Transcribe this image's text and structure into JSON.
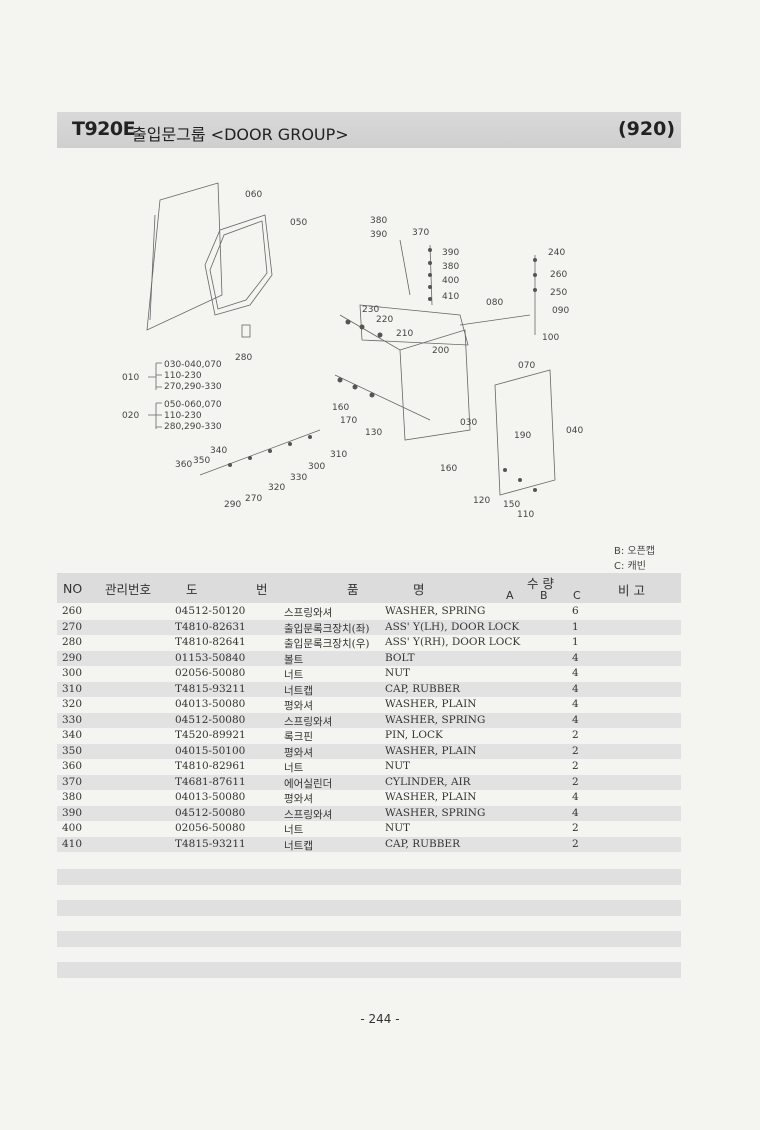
{
  "header": {
    "model": "T920E",
    "title": "출입문그룹 <DOOR GROUP>",
    "section": "(920)"
  },
  "diagram": {
    "callouts": [
      "060",
      "050",
      "280",
      "380",
      "370",
      "390",
      "390",
      "380",
      "400",
      "410",
      "080",
      "240",
      "260",
      "250",
      "090",
      "230",
      "220",
      "210",
      "200",
      "100",
      "070",
      "160",
      "170",
      "130",
      "030",
      "190",
      "040",
      "340",
      "350",
      "360",
      "310",
      "300",
      "330",
      "320",
      "270",
      "290",
      "160",
      "120",
      "150",
      "110"
    ],
    "groups": [
      {
        "no": "010",
        "parts": [
          "030-040,070",
          "110-230",
          "270,290-330"
        ]
      },
      {
        "no": "020",
        "parts": [
          "050-060,070",
          "110-230",
          "280,290-330"
        ]
      }
    ]
  },
  "legend": [
    "B: 오픈캡",
    "C: 캐빈"
  ],
  "table": {
    "headers": {
      "no": "NO",
      "code": "관리번호",
      "drawing_1": "도",
      "drawing_2": "번",
      "name_1": "품",
      "name_2": "명",
      "qty": "수 량",
      "qty_a": "A",
      "qty_b": "B",
      "qty_c": "C",
      "remark": "비  고"
    },
    "rows": [
      {
        "no": "260",
        "code": "04512-50120",
        "kr": "스프링와셔",
        "en": "WASHER, SPRING",
        "qty": "6"
      },
      {
        "no": "270",
        "code": "T4810-82631",
        "kr": "출입문록크장치(좌)",
        "en": "ASS' Y(LH), DOOR LOCK",
        "qty": "1"
      },
      {
        "no": "280",
        "code": "T4810-82641",
        "kr": "출입문록크장치(우)",
        "en": "ASS' Y(RH), DOOR LOCK",
        "qty": "1"
      },
      {
        "no": "290",
        "code": "01153-50840",
        "kr": "볼트",
        "en": "BOLT",
        "qty": "4"
      },
      {
        "no": "300",
        "code": "02056-50080",
        "kr": "너트",
        "en": "NUT",
        "qty": "4"
      },
      {
        "no": "310",
        "code": "T4815-93211",
        "kr": "너트캡",
        "en": "CAP, RUBBER",
        "qty": "4"
      },
      {
        "no": "320",
        "code": "04013-50080",
        "kr": "평와셔",
        "en": "WASHER, PLAIN",
        "qty": "4"
      },
      {
        "no": "330",
        "code": "04512-50080",
        "kr": "스프링와셔",
        "en": "WASHER, SPRING",
        "qty": "4"
      },
      {
        "no": "340",
        "code": "T4520-89921",
        "kr": "록크핀",
        "en": "PIN, LOCK",
        "qty": "2"
      },
      {
        "no": "350",
        "code": "04015-50100",
        "kr": "평와셔",
        "en": "WASHER, PLAIN",
        "qty": "2"
      },
      {
        "no": "360",
        "code": "T4810-82961",
        "kr": "너트",
        "en": "NUT",
        "qty": "2"
      },
      {
        "no": "370",
        "code": "T4681-87611",
        "kr": "에어실린더",
        "en": "CYLINDER, AIR",
        "qty": "2"
      },
      {
        "no": "380",
        "code": "04013-50080",
        "kr": "평와셔",
        "en": "WASHER, PLAIN",
        "qty": "4"
      },
      {
        "no": "390",
        "code": "04512-50080",
        "kr": "스프링와셔",
        "en": "WASHER, SPRING",
        "qty": "4"
      },
      {
        "no": "400",
        "code": "02056-50080",
        "kr": "너트",
        "en": "NUT",
        "qty": "2"
      },
      {
        "no": "410",
        "code": "T4815-93211",
        "kr": "너트캡",
        "en": "CAP, RUBBER",
        "qty": "2"
      }
    ]
  },
  "footer": {
    "page": "- 244 -"
  }
}
